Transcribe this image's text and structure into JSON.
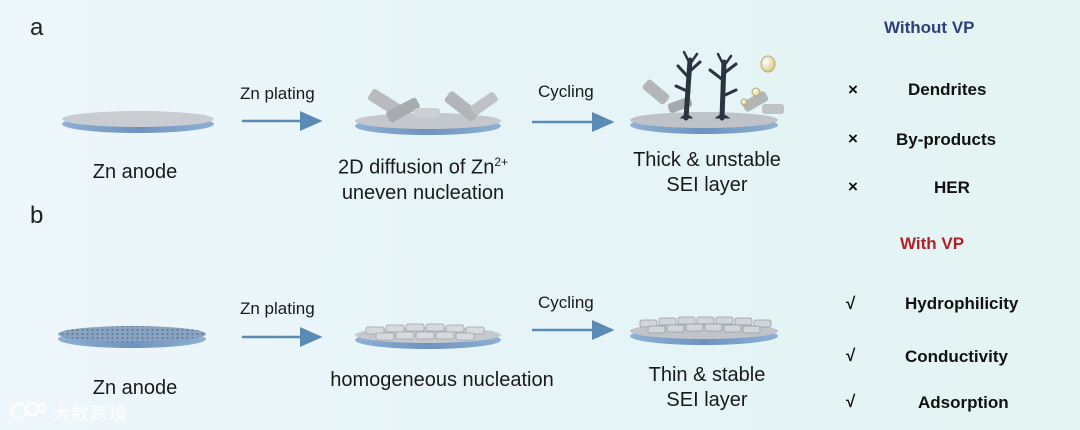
{
  "panel_a": {
    "label": "a",
    "heading": "Without VP",
    "heading_color": "#2f3f7a",
    "captions": {
      "anode": "Zn anode",
      "diffusion_line1_prefix": "2D diffusion of Zn",
      "diffusion_line1_sup": "2+",
      "diffusion_line2": "uneven nucleation",
      "sei_line1": "Thick & unstable",
      "sei_line2": "SEI layer"
    },
    "arrows": {
      "plating": "Zn plating",
      "cycling": "Cycling"
    },
    "properties": [
      {
        "mark": "×",
        "text": "Dendrites"
      },
      {
        "mark": "×",
        "text": "By-products"
      },
      {
        "mark": "×",
        "text": "HER"
      }
    ]
  },
  "panel_b": {
    "label": "b",
    "heading": "With VP",
    "heading_color": "#b3202a",
    "captions": {
      "anode": "Zn anode",
      "nucleation": "homogeneous nucleation",
      "sei_line1": "Thin & stable",
      "sei_line2": "SEI layer"
    },
    "arrows": {
      "plating": "Zn plating",
      "cycling": "Cycling"
    },
    "properties": [
      {
        "mark": "√",
        "text": "Hydrophilicity"
      },
      {
        "mark": "√",
        "text": "Conductivity"
      },
      {
        "mark": "√",
        "text": "Adsorption"
      }
    ]
  },
  "watermark": "大数跨境",
  "colors": {
    "disc_top": "#c8ccd0",
    "disc_edge": "#7ea0c6",
    "arrow": "#5b8bb5",
    "dendrite": "#2b3440"
  }
}
